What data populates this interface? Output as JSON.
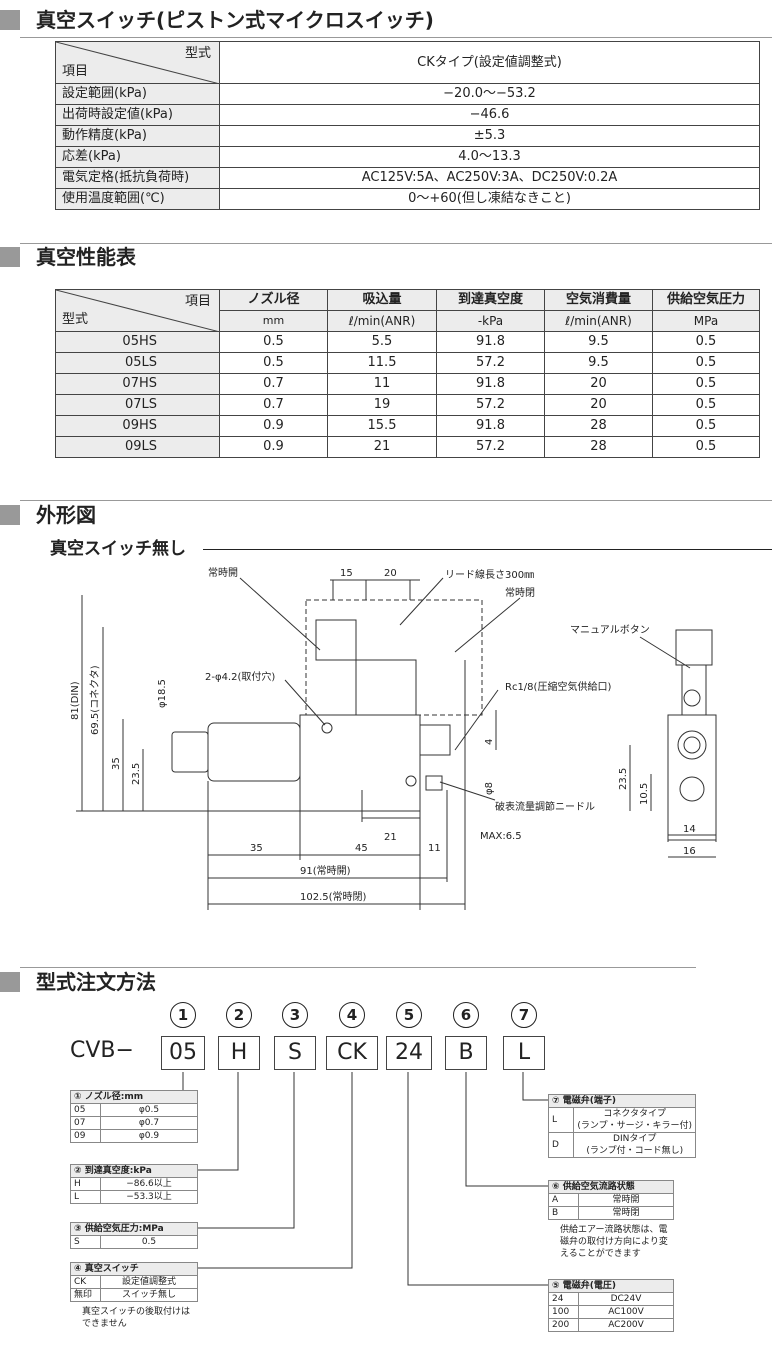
{
  "sec1": {
    "title": "真空スイッチ(ピストン式マイクロスイッチ)",
    "corner_top": "型式",
    "corner_bottom": "項目",
    "header_value": "CKタイプ(設定値調整式)",
    "rows": [
      {
        "label": "設定範囲(kPa)",
        "value": "−20.0〜−53.2"
      },
      {
        "label": "出荷時設定値(kPa)",
        "value": "−46.6"
      },
      {
        "label": "動作精度(kPa)",
        "value": "±5.3"
      },
      {
        "label": "応差(kPa)",
        "value": "4.0〜13.3"
      },
      {
        "label": "電気定格(抵抗負荷時)",
        "value": "AC125V:5A、AC250V:3A、DC250V:0.2A"
      },
      {
        "label": "使用温度範囲(℃)",
        "value": "0〜+60(但し凍結なきこと)"
      }
    ]
  },
  "sec2": {
    "title": "真空性能表",
    "corner_top": "項目",
    "corner_bottom": "型式",
    "headers": [
      "ノズル径",
      "吸込量",
      "到達真空度",
      "空気消費量",
      "供給空気圧力"
    ],
    "units": [
      "mm",
      "ℓ/min(ANR)",
      "-kPa",
      "ℓ/min(ANR)",
      "MPa"
    ],
    "rows": [
      [
        "05HS",
        "0.5",
        "5.5",
        "91.8",
        "9.5",
        "0.5"
      ],
      [
        "05LS",
        "0.5",
        "11.5",
        "57.2",
        "9.5",
        "0.5"
      ],
      [
        "07HS",
        "0.7",
        "11",
        "91.8",
        "20",
        "0.5"
      ],
      [
        "07LS",
        "0.7",
        "19",
        "57.2",
        "20",
        "0.5"
      ],
      [
        "09HS",
        "0.9",
        "15.5",
        "91.8",
        "28",
        "0.5"
      ],
      [
        "09LS",
        "0.9",
        "21",
        "57.2",
        "28",
        "0.5"
      ]
    ]
  },
  "sec3": {
    "title": "外形図",
    "subtitle": "真空スイッチ無し",
    "labels": {
      "normally_open": "常時開",
      "normally_closed": "常時閉",
      "lead": "リード線長さ300㎜",
      "mount_hole": "2-φ4.2(取付穴)",
      "rc": "Rc1/8(圧縮空気供給口)",
      "needle": "破表流量調節ニードル",
      "max": "MAX:6.5",
      "manual": "マニュアルボタン",
      "d81": "81(DIN)",
      "d695": "69.5(コネクタ)",
      "d35": "35",
      "d235": "23.5",
      "d185": "φ18.5",
      "d15": "15",
      "d20": "20",
      "d4": "4",
      "d8": "φ8",
      "d21": "21",
      "d35b": "35",
      "d45": "45",
      "d11": "11",
      "d91": "91(常時開)",
      "d1025": "102.5(常時閉)",
      "r235": "23.5",
      "r105": "10.5",
      "r14": "14",
      "r16": "16"
    }
  },
  "sec4": {
    "title": "型式注文方法",
    "prefix": "CVB−",
    "boxes": [
      "05",
      "H",
      "S",
      "CK",
      "24",
      "B",
      "L"
    ],
    "numbers": [
      "1",
      "2",
      "3",
      "4",
      "5",
      "6",
      "7"
    ],
    "t1": {
      "head": "① ノズル径:mm",
      "rows": [
        [
          "05",
          "φ0.5"
        ],
        [
          "07",
          "φ0.7"
        ],
        [
          "09",
          "φ0.9"
        ]
      ]
    },
    "t2": {
      "head": "② 到達真空度:kPa",
      "rows": [
        [
          "H",
          "−86.6以上"
        ],
        [
          "L",
          "−53.3以上"
        ]
      ]
    },
    "t3": {
      "head": "③ 供給空気圧力:MPa",
      "rows": [
        [
          "S",
          "0.5"
        ]
      ]
    },
    "t4": {
      "head": "④ 真空スイッチ",
      "rows": [
        [
          "CK",
          "設定値調整式"
        ],
        [
          "無印",
          "スイッチ無し"
        ]
      ],
      "note": "真空スイッチの後取付けはできません"
    },
    "t7": {
      "head": "⑦ 電磁弁(端子)",
      "rows": [
        [
          "L",
          "コネクタタイプ",
          "(ランプ・サージ・キラー付)"
        ],
        [
          "D",
          "DINタイプ",
          "(ランプ付・コード無し)"
        ]
      ]
    },
    "t6": {
      "head": "⑥ 供給空気流路状態",
      "rows": [
        [
          "A",
          "常時開"
        ],
        [
          "B",
          "常時閉"
        ]
      ],
      "note": "供給エアー流路状態は、電磁弁の取付け方向により変えることができます"
    },
    "t5": {
      "head": "⑤ 電磁弁(電圧)",
      "rows": [
        [
          "24",
          "DC24V"
        ],
        [
          "100",
          "AC100V"
        ],
        [
          "200",
          "AC200V"
        ]
      ]
    }
  }
}
